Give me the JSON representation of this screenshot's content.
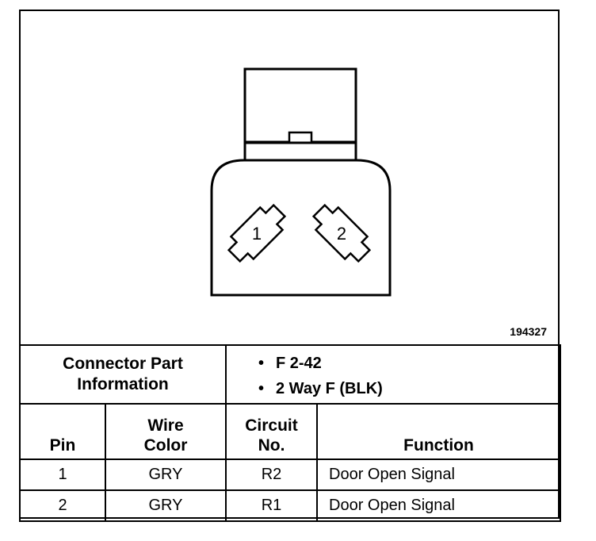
{
  "figure_number": "194327",
  "connector": {
    "pins": [
      "1",
      "2"
    ]
  },
  "part_info": {
    "label_line1": "Connector Part",
    "label_line2": "Information",
    "items": [
      "F 2-42",
      "2 Way F (BLK)"
    ]
  },
  "table": {
    "headers": {
      "pin": "Pin",
      "wire_line1": "Wire",
      "wire_line2": "Color",
      "circuit_line1": "Circuit",
      "circuit_line2": "No.",
      "function": "Function"
    },
    "rows": [
      {
        "pin": "1",
        "color": "GRY",
        "circuit": "R2",
        "function": "Door Open Signal"
      },
      {
        "pin": "2",
        "color": "GRY",
        "circuit": "R1",
        "function": "Door Open Signal"
      }
    ]
  }
}
